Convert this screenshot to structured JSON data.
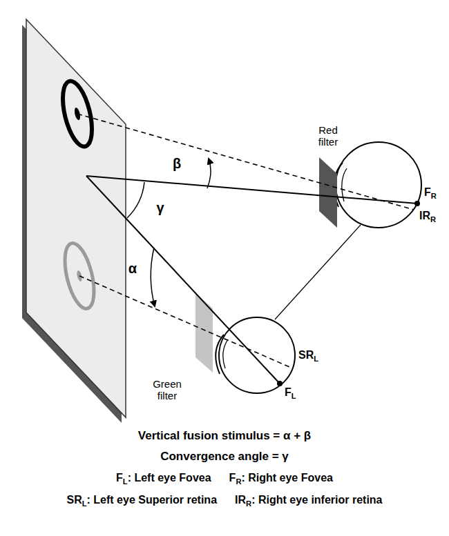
{
  "diagram": {
    "labels": [
      "Red filter",
      "Green filter",
      "β",
      "γ",
      "α",
      "F",
      "R",
      "IR",
      "R",
      "SR",
      "L",
      "F",
      "L",
      "Vertical fusion stimulus = α + β",
      "Convergence angle = γ",
      "F",
      "L",
      ": Left eye Fovea",
      "F",
      "R",
      ": Right eye Fovea",
      "SR",
      "L",
      ": Left eye Superior retina",
      "IR",
      "R",
      ": Right eye inferior retina"
    ]
  }
}
